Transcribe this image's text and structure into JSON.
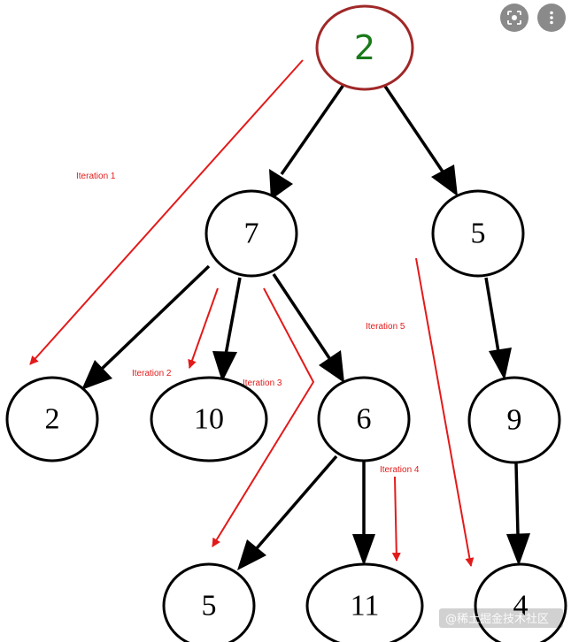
{
  "diagram": {
    "nodes": [
      {
        "id": "root",
        "label": "2"
      },
      {
        "id": "n7",
        "label": "7"
      },
      {
        "id": "n5top",
        "label": "5"
      },
      {
        "id": "n2",
        "label": "2"
      },
      {
        "id": "n10",
        "label": "10"
      },
      {
        "id": "n6",
        "label": "6"
      },
      {
        "id": "n9",
        "label": "9"
      },
      {
        "id": "n5bottom",
        "label": "5"
      },
      {
        "id": "n11",
        "label": "11"
      },
      {
        "id": "n4",
        "label": "4"
      }
    ],
    "edges": [
      {
        "from": "root",
        "to": "n7"
      },
      {
        "from": "root",
        "to": "n5top"
      },
      {
        "from": "n7",
        "to": "n2"
      },
      {
        "from": "n7",
        "to": "n10"
      },
      {
        "from": "n7",
        "to": "n6"
      },
      {
        "from": "n5top",
        "to": "n9"
      },
      {
        "from": "n6",
        "to": "n5bottom"
      },
      {
        "from": "n6",
        "to": "n11"
      },
      {
        "from": "n9",
        "to": "n4"
      }
    ],
    "iterations": [
      {
        "label": "Iteration 1"
      },
      {
        "label": "Iteration 2"
      },
      {
        "label": "Iteration 3"
      },
      {
        "label": "Iteration 4"
      },
      {
        "label": "Iteration 5"
      }
    ],
    "colors": {
      "root_text": "#1a7a1a",
      "root_border": "#a02828",
      "node_border": "#000000",
      "iteration": "#e31a1a"
    }
  },
  "overlay": {
    "lens_icon": "lens-icon",
    "more_icon": "more-vert-icon",
    "watermark": "@稀土掘金技术社区"
  }
}
